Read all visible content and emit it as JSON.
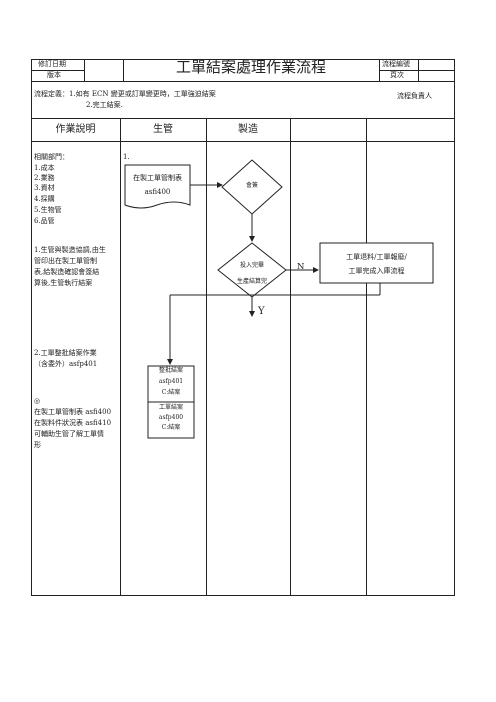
{
  "header": {
    "revise_date_label": "修訂日期",
    "version_label": "版本",
    "title": "工單結案處理作業流程",
    "flow_no_label": "流程編號",
    "page_label": "頁次"
  },
  "definition": {
    "label": "流程定義：",
    "line1": "1.如有 ECN 變更或訂單變更時，工單強迫結案",
    "line2": "2.完工結案.",
    "owner_label": "流程負責人"
  },
  "columns": {
    "description": "作業說明",
    "production_control": "生管",
    "manufacturing": "製造"
  },
  "description": {
    "dept_title": "相關部門：",
    "depts": [
      "1.成本",
      "2.業務",
      "3.資材",
      "4.採購",
      "5.生物管",
      "6.品管"
    ],
    "step1": [
      "1.生管與製造協調,由生",
      "管印出在製工單管制",
      "表,給製造確認會簽結",
      "算後,生管執行結案"
    ],
    "step2": [
      "2.工單整批結案作業",
      "（含委外）asfp401"
    ],
    "note_mark": "◎",
    "notes": [
      "在製工單管制表 asfi400",
      "在製料件狀況表 asfi410",
      "可輔助生管了解工單情",
      "形"
    ]
  },
  "flow": {
    "step1_number": "1.",
    "doc_line1": "在製工單管制表",
    "doc_line2": "asfi400",
    "diamond1": "會簽",
    "diamond2_line1": "投入完畢",
    "diamond2_line2": "生產結算完",
    "no_label": "N",
    "yes_label": "Y",
    "right_box_line1": "工單退料/工單報廢/",
    "right_box_line2": "工單完成入庫流程",
    "batch_box": [
      "整批結案",
      "asfp401",
      "C:結案"
    ],
    "single_box": [
      "工單結案",
      "asfp400",
      "C:結案"
    ]
  }
}
